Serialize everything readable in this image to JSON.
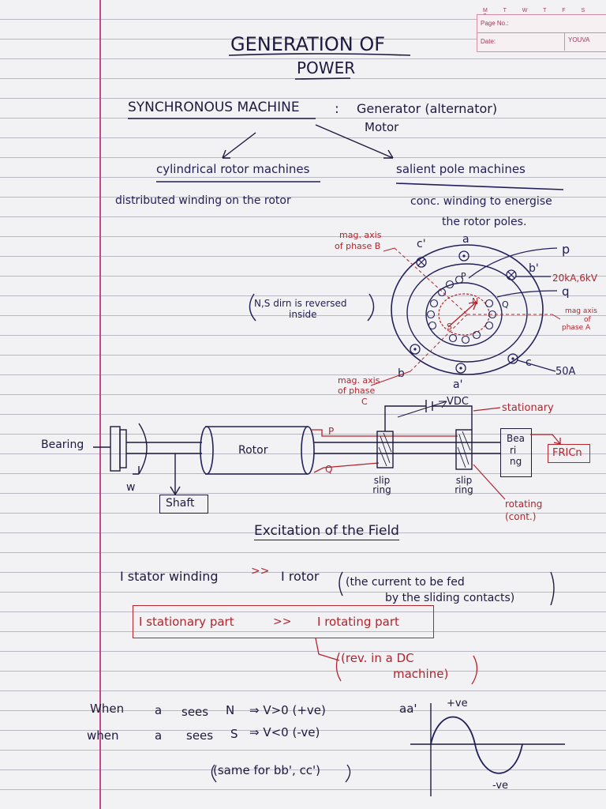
{
  "header": {
    "days": "M T W T F S S",
    "page_no_label": "Page No.:",
    "date_label": "Date:",
    "brand": "YOUVA"
  },
  "title": {
    "line1": "GENERATION OF",
    "line2": "POWER"
  },
  "sync": {
    "heading": "SYNCHRONOUS MACHINE",
    "colon": ":",
    "generator": "Generator (alternator)",
    "motor": "Motor"
  },
  "types": {
    "cylindrical": "cylindrical rotor machines",
    "salient": "salient pole machines",
    "cyl_desc": "distributed winding on the rotor",
    "sal_desc1": "conc. winding to energise",
    "sal_desc2": "the rotor poles."
  },
  "machine_diagram": {
    "mag_b1": "mag. axis",
    "mag_b2": "of phase B",
    "mag_a1": "mag axis",
    "mag_a2": "of",
    "mag_a3": "phase A",
    "mag_c1": "mag. axis",
    "mag_c2": "of phase",
    "mag_c3": "C",
    "ns_note1": "N,S dirn is reversed",
    "ns_note2": "inside",
    "lbl_a": "a",
    "lbl_a_prime": "a'",
    "lbl_b": "b",
    "lbl_b_prime": "b'",
    "lbl_c": "c",
    "lbl_c_prime": "c'",
    "lbl_p_outer": "p",
    "lbl_q_outer": "q",
    "lbl_p_inner": "P",
    "lbl_q_inner": "Q",
    "lbl_n": "N",
    "lbl_s": "S",
    "current_high": "20kA,6kV",
    "current_low": "50A"
  },
  "shaft_diagram": {
    "bearing_left": "Bearing",
    "rotor": "Rotor",
    "omega": "w",
    "shaft": "Shaft",
    "p": "P",
    "q": "Q",
    "vdc": "VDC",
    "stationary": "stationary",
    "slip_ring_1": "slip ring",
    "slip_ring_2": "slip ring",
    "bearing_right1": "Bea",
    "bearing_right2": "ri",
    "bearing_right3": "ng",
    "friction": "FRICn",
    "rotating1": "rotating",
    "rotating2": "(cont.)"
  },
  "excitation": {
    "heading": "Excitation of the Field",
    "i_stator": "I stator winding",
    "compare1": ">>",
    "i_rotor": "I rotor",
    "paren1": "(the current to be fed",
    "paren2": "by the sliding contacts)",
    "i_stationary": "I stationary part",
    "compare2": ">>",
    "i_rotating": "I rotating part",
    "dc_note1": "(rev. in a DC",
    "dc_note2": "machine)"
  },
  "waveform": {
    "when1_a": "When",
    "when1_b": "a",
    "when1_c": "sees",
    "when1_d": "N",
    "when1_e": "⇒ V>0 (+ve)",
    "when2_a": "when",
    "when2_b": "a",
    "when2_c": "sees",
    "when2_d": "S",
    "when2_e": "⇒ V<0 (-ve)",
    "same_note": "(same for bb', cc')",
    "axis_label": "aa'",
    "plus": "+ve",
    "minus": "-ve"
  }
}
